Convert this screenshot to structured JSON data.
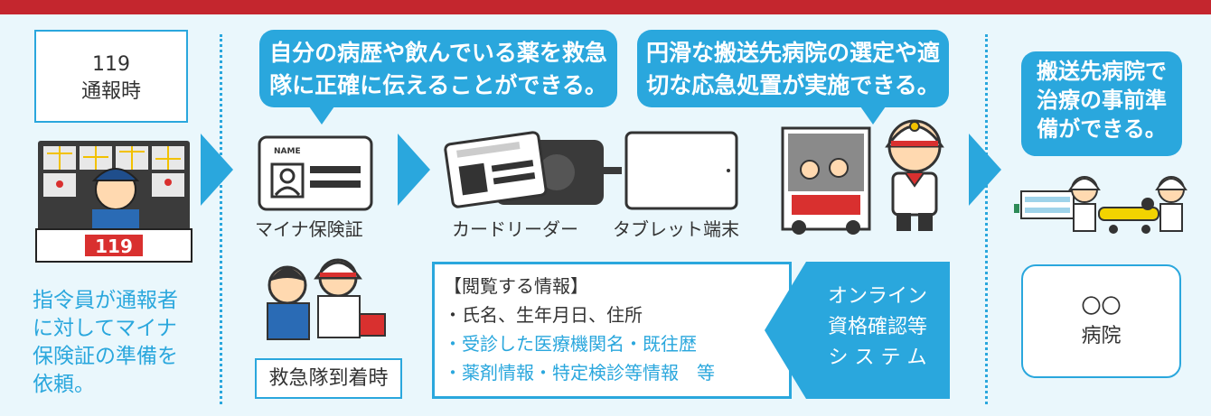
{
  "header_color": "#c4262e",
  "accent_color": "#2aa7dd",
  "call_box": {
    "line1": "119",
    "line2": "通報時"
  },
  "dispatcher_desk_label": "119",
  "dispatcher_note": [
    "指令員が通報者",
    "に対してマイナ",
    "保険証の準備を",
    "依頼。"
  ],
  "bubble1": [
    "自分の病歴や飲んでいる薬を救急",
    "隊に正確に伝えることができる。"
  ],
  "bubble2": [
    "円滑な搬送先病院の選定や適",
    "切な応急処置が実施できる。"
  ],
  "bubble3": [
    "搬送先病院で",
    "治療の事前準",
    "備ができる。"
  ],
  "card_name_tag": "NAME",
  "captions": {
    "card": "マイナ保険証",
    "reader": "カードリーダー",
    "tablet": "タブレット端末"
  },
  "arrival_label": "救急隊到着時",
  "info_box": {
    "title": "【閲覧する情報】",
    "line1": "・氏名、生年月日、住所",
    "line2": "・受診した医療機関名・既往歴",
    "line3": "・薬剤情報・特定検診等情報　等"
  },
  "system_label": [
    "オンライン",
    "資格確認等",
    "シ ス テ ム"
  ],
  "hospital_box": {
    "line1": "〇〇",
    "line2": "病院"
  }
}
